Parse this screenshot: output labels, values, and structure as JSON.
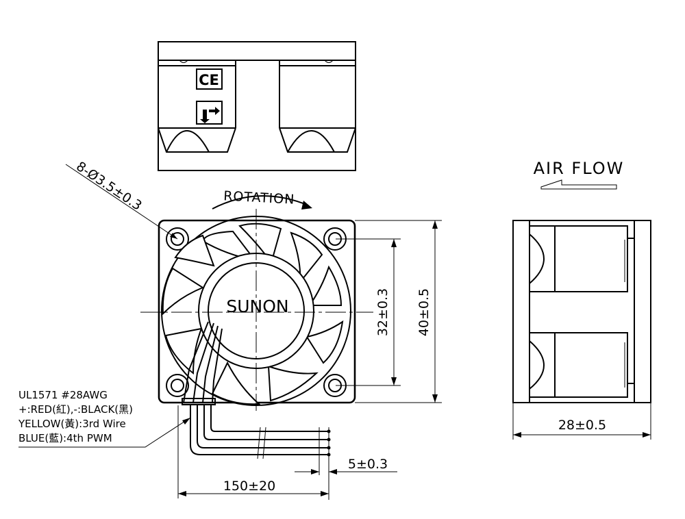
{
  "labels": {
    "rotation": "ROTATION",
    "air_flow": "AIR FLOW",
    "brand": "SUNON",
    "holes": "8-Ø3.5±0.3",
    "hole_spacing": "32±0.3",
    "frame_size": "40±0.5",
    "depth": "28±0.5",
    "lead_length": "150±20",
    "strip_length": "5±0.3"
  },
  "wire_notes": [
    "UL1571  #28AWG",
    "+:RED(紅),-:BLACK(黑)",
    "YELLOW(黃):3rd  Wire",
    "BLUE(藍):4th  PWM"
  ],
  "marks": {
    "ce": "CE"
  },
  "icons": [
    "ce-mark-icon",
    "flow-direction-icon"
  ]
}
